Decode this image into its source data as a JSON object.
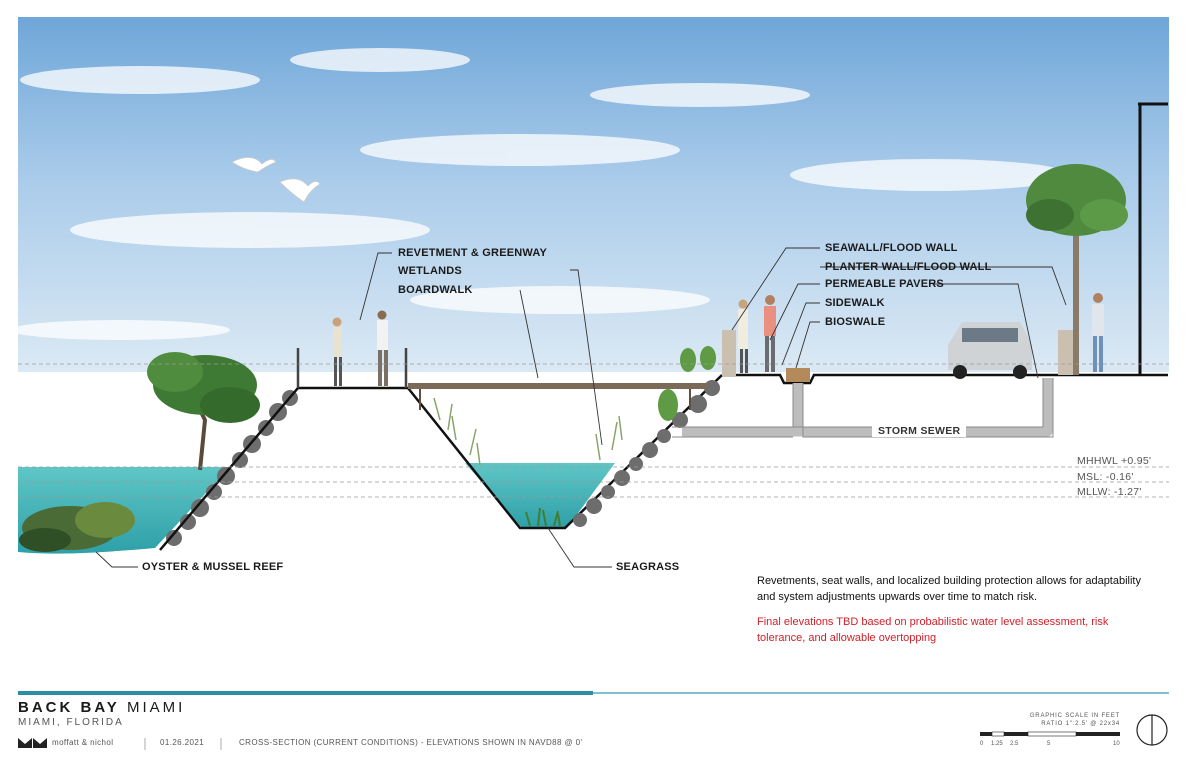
{
  "callouts": {
    "revetment_greenway": "REVETMENT & GREENWAY",
    "wetlands": "WETLANDS",
    "boardwalk": "BOARDWALK",
    "seawall": "SEAWALL/FLOOD WALL",
    "planter_wall": "PLANTER WALL/FLOOD WALL",
    "permeable_pavers": "PERMEABLE PAVERS",
    "sidewalk": "SIDEWALK",
    "bioswale": "BIOSWALE",
    "oyster_reef": "OYSTER & MUSSEL REEF",
    "seagrass": "SEAGRASS",
    "storm_sewer": "STORM SEWER"
  },
  "tide_levels": {
    "mhhwl": "MHHWL +0.95'",
    "msl": "MSL: -0.16'",
    "mllw": "MLLW: -1.27'"
  },
  "notes": {
    "black": "Revetments, seat walls, and localized building protection allows for adaptability and system adjustments upwards over time to match risk.",
    "red": "Final elevations TBD based on probabilistic water level assessment, risk tolerance, and allowable overtopping"
  },
  "title_block": {
    "project_bold": "BACK BAY",
    "project_light": "MIAMI",
    "location": "MIAMI, FLORIDA",
    "firm": "moffatt & nichol",
    "date": "01.26.2021",
    "description": "CROSS-SECTION (CURRENT CONDITIONS) - ELEVATIONS SHOWN IN NAVD88 @ 0'",
    "scale_title": "GRAPHIC SCALE IN FEET",
    "scale_ratio": "RATIO 1\":2.5' @ 22x34",
    "scale_ticks": [
      "0",
      "1.25",
      "2.5",
      "5",
      "10"
    ]
  },
  "colors": {
    "red_note": "#d0202a",
    "water": "#4fb8be",
    "title_bar": "#2c8ea3"
  }
}
